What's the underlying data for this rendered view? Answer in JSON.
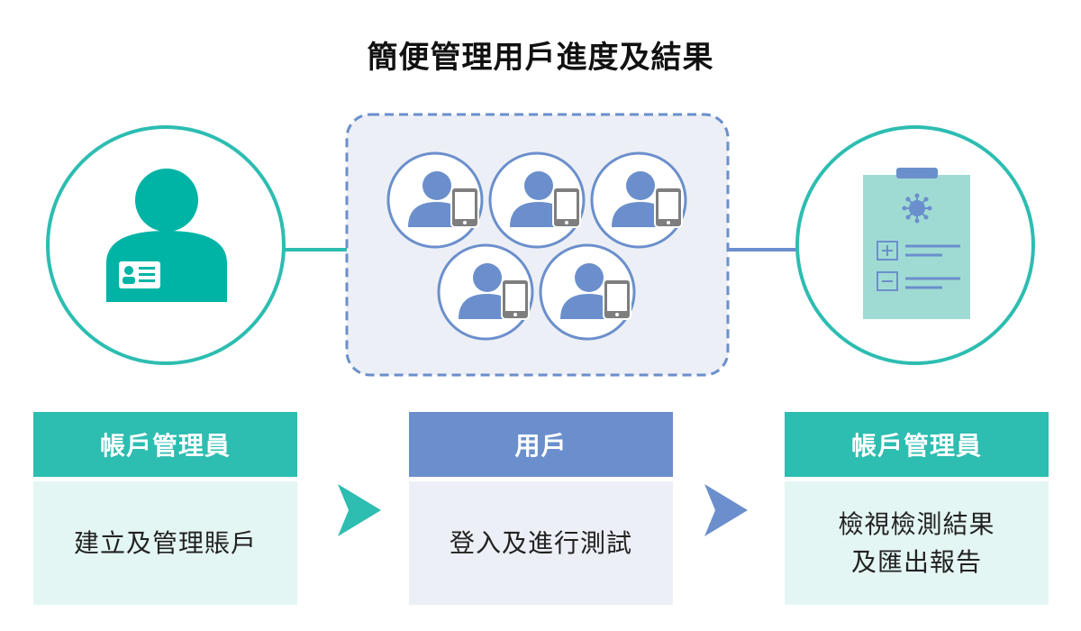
{
  "title": "簡便管理用戶進度及結果",
  "colors": {
    "teal": "#2dbdb1",
    "teal_light": "#e4f6f4",
    "blue": "#6b8fcc",
    "blue_light": "#eceff5",
    "phone": "#7e7e7e"
  },
  "nodes": {
    "admin_icon": "admin-user-id-card-icon",
    "users_icon": "user-with-phone-icon",
    "report_icon": "clipboard-virus-report-icon"
  },
  "cards": [
    {
      "header": "帳戶管理員",
      "body": [
        "建立及管理賬戶"
      ]
    },
    {
      "header": "用戶",
      "body": [
        "登入及進行測試"
      ]
    },
    {
      "header": "帳戶管理員",
      "body": [
        "檢視檢測結果",
        "及匯出報告"
      ]
    }
  ]
}
